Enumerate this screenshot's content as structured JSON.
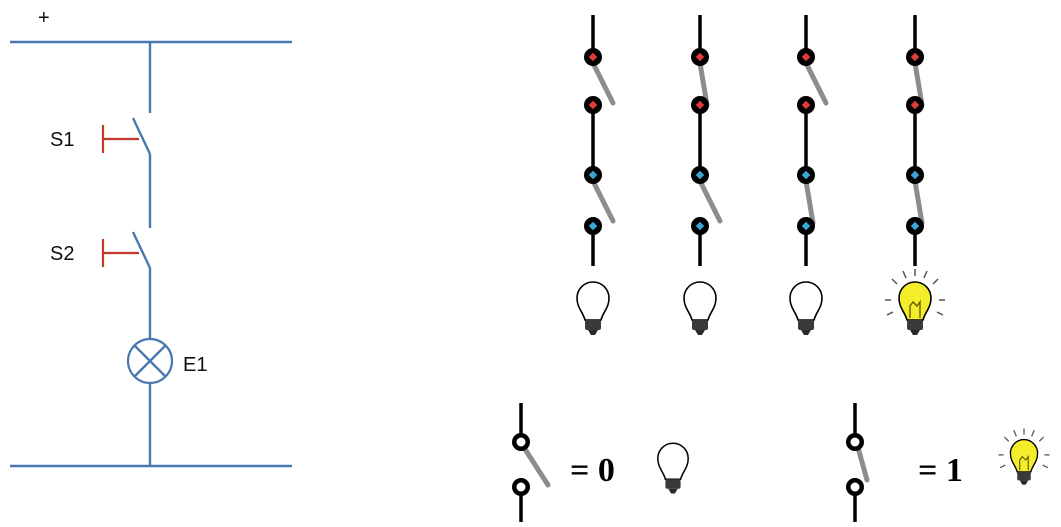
{
  "schematic": {
    "plus_label": "+",
    "s1_label": "S1",
    "s2_label": "S2",
    "lamp_label": "E1"
  },
  "columns": [
    {
      "switch_upper": "closed",
      "switch_lower": "closed",
      "lamp": "off"
    },
    {
      "switch_upper": "open",
      "switch_lower": "closed",
      "lamp": "off"
    },
    {
      "switch_upper": "closed",
      "switch_lower": "open",
      "lamp": "off"
    },
    {
      "switch_upper": "open",
      "switch_lower": "open",
      "lamp": "on"
    }
  ],
  "legend": {
    "zero_label": "= 0",
    "one_label": "= 1"
  },
  "colors": {
    "wire": "#4a78b0",
    "pushbutton": "#c0392b",
    "upper_contact": "#e03c3c",
    "lower_contact": "#3aa6d8",
    "lever": "#8c8c8c",
    "bulb_on": "#f4ee2a"
  },
  "icons": [
    "pushbutton-symbol",
    "lamp-symbol",
    "bulb-off-icon",
    "bulb-on-icon",
    "switch-icon"
  ]
}
